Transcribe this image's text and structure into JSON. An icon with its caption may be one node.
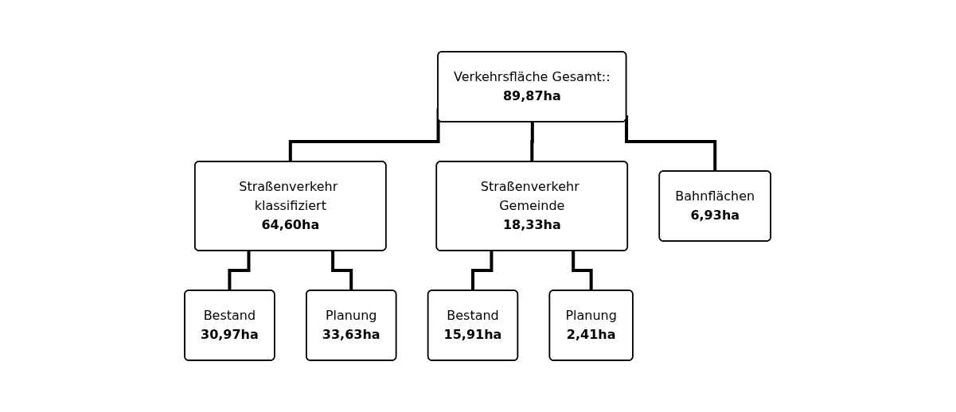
{
  "diagram": {
    "nodes": [
      {
        "text": [
          "Verkehrsfläche Gesamt::",
          "89,87ha"
        ]
      },
      {
        "text": [
          "Straßenverkehr klassifiziert",
          "64,60ha"
        ]
      },
      {
        "text": [
          "Straßenverkehr Gemeinde",
          "18,33ha"
        ]
      },
      {
        "text": [
          "Bahnflächen",
          "6,93ha"
        ]
      },
      {
        "text": [
          "Bestand",
          "30,97ha"
        ]
      },
      {
        "text": [
          "Planung",
          "33,63ha"
        ]
      },
      {
        "text": [
          "Bestand",
          "15,91ha"
        ]
      },
      {
        "text": [
          "Planung",
          "2,41ha"
        ]
      }
    ],
    "edges": [
      {
        "from": 0,
        "to": 1,
        "arrow": "none"
      },
      {
        "from": 0,
        "to": 2,
        "arrow": "none"
      },
      {
        "from": 0,
        "to": 3,
        "arrow": "none"
      },
      {
        "from": 1,
        "to": 4,
        "arrow": "none"
      },
      {
        "from": 1,
        "to": 5,
        "arrow": "none"
      },
      {
        "from": 2,
        "to": 6,
        "arrow": "none"
      },
      {
        "from": 2,
        "to": 7,
        "arrow": "none"
      }
    ]
  }
}
